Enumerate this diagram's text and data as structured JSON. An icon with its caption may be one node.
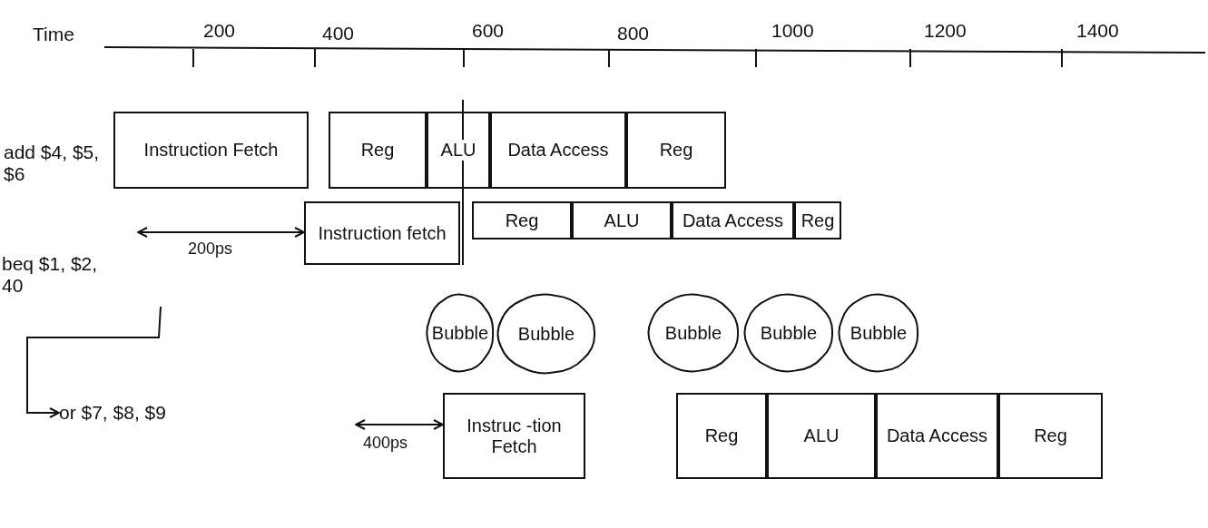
{
  "diagram": {
    "nodes": [
      {
        "text": [
          "Instruction Fetch"
        ]
      },
      {
        "text": [
          "Reg"
        ]
      },
      {
        "text": [
          "ALU"
        ]
      },
      {
        "text": [
          "Data Access"
        ]
      },
      {
        "text": [
          "Reg"
        ]
      },
      {
        "text": [
          "Instruction fetch"
        ]
      },
      {
        "text": [
          "Reg"
        ]
      },
      {
        "text": [
          "ALU"
        ]
      },
      {
        "text": [
          "Data Access"
        ]
      },
      {
        "text": [
          "Reg"
        ]
      },
      {
        "text": [
          "Bubble"
        ]
      },
      {
        "text": [
          "Bubble"
        ]
      },
      {
        "text": [
          "Bubble"
        ]
      },
      {
        "text": [
          "Bubble"
        ]
      },
      {
        "text": [
          "Bubble"
        ]
      },
      {
        "text": [
          "Instruc -tion Fetch"
        ]
      },
      {
        "text": [
          "Reg"
        ]
      },
      {
        "text": [
          "ALU"
        ]
      },
      {
        "text": [
          "Data Access"
        ]
      },
      {
        "text": [
          "Reg"
        ]
      },
      {
        "text": [
          "add $4, $5, $6"
        ]
      },
      {
        "text": [
          "beq $1, $2, 40"
        ]
      },
      {
        "text": [
          "or $7, $8, $9"
        ]
      }
    ],
    "edges": [
      {
        "from": null,
        "to": 5,
        "arrow": "both",
        "label": "200ps"
      },
      {
        "from": null,
        "to": 15,
        "arrow": "both",
        "label": "400ps"
      },
      {
        "from": 21,
        "to": 22,
        "arrow": "to"
      }
    ],
    "labels": [
      "Time",
      "200",
      "400",
      "600",
      "800",
      "1000",
      "1200",
      "1400"
    ]
  }
}
